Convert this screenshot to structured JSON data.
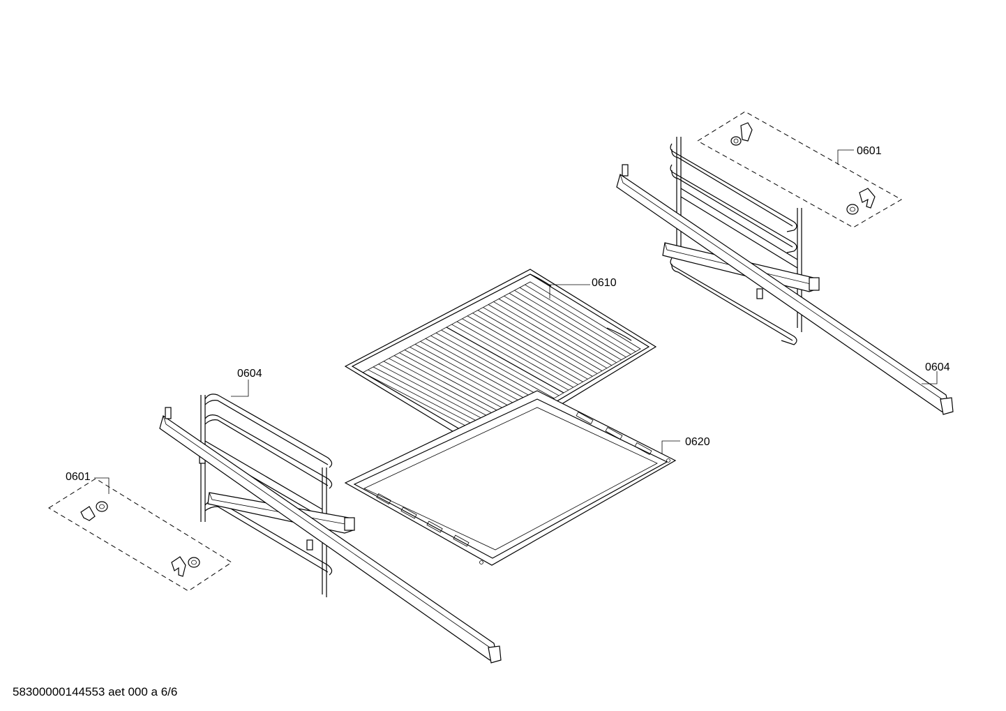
{
  "diagram": {
    "callouts": {
      "support_clip_top_right": "0601",
      "rail_top_right": "0604",
      "wire_rack": "0610",
      "rail_bottom_left": "0604",
      "baking_tray": "0620",
      "support_clip_bottom_left": "0601"
    }
  },
  "footer": {
    "code": "58300000144553 aet 000 a 6/6"
  },
  "colors": {
    "line": "#000000",
    "background": "#ffffff"
  }
}
